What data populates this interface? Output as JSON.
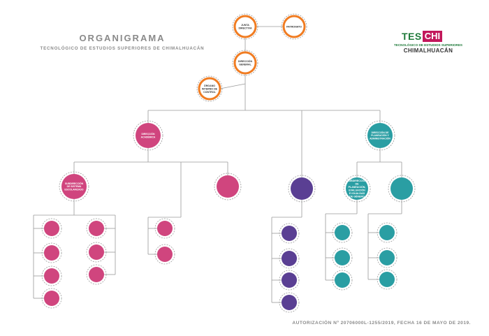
{
  "header": {
    "title": "ORGANIGRAMA",
    "subtitle": "TECNOLÓGICO DE ESTUDIOS SUPERIORES DE CHIMALHUACÁN"
  },
  "logo": {
    "tes": "TES",
    "chi": "CHI",
    "line": "TECNOLÓGICO DE ESTUDIOS SUPERIORES",
    "city": "CHIMALHUACÁN"
  },
  "footer": {
    "authorization": "AUTORIZACIÓN Nº 20706000L-1255/2019, FECHA 16 DE MAYO DE 2019."
  },
  "colors": {
    "orange": "#f07c22",
    "magenta": "#d0457e",
    "purple": "#5a3f93",
    "teal": "#2a9ea3",
    "line": "#9a9a9a"
  },
  "nodes": [
    {
      "id": "junta",
      "label": "JUNTA DIRECTIVA",
      "color": "orange"
    },
    {
      "id": "patronato",
      "label": "PATRONATO",
      "color": "orange"
    },
    {
      "id": "direccion-general",
      "label": "DIRECCIÓN GENERAL",
      "color": "orange"
    },
    {
      "id": "organo-control",
      "label": "ÓRGANO INTERNO DE CONTROL",
      "color": "orange"
    },
    {
      "id": "direccion-academica",
      "label": "DIRECCIÓN ACADÉMICA",
      "color": "magenta"
    },
    {
      "id": "direccion-planeacion",
      "label": "DIRECCIÓN DE PLANEACIÓN Y ADMINISTRACIÓN",
      "color": "teal"
    },
    {
      "id": "subdireccion-escolarizada",
      "label": "SUBDIRECCIÓN DE SISTEMA ESCOLARIZADO",
      "color": "magenta"
    },
    {
      "id": "subdireccion-estudios",
      "label": "",
      "color": "magenta"
    },
    {
      "id": "unidad-juridica",
      "label": "",
      "color": "purple"
    },
    {
      "id": "subdireccion-planeacion",
      "label": "SUBDIRECCIÓN DE PLANEACIÓN, EVALUACIÓN E IGUALDAD DE GÉNERO",
      "color": "teal"
    },
    {
      "id": "subdireccion-administracion",
      "label": "",
      "color": "teal"
    },
    {
      "id": "a1",
      "label": "",
      "color": "magenta"
    },
    {
      "id": "a2",
      "label": "",
      "color": "magenta"
    },
    {
      "id": "a3",
      "label": "",
      "color": "magenta"
    },
    {
      "id": "a4",
      "label": "",
      "color": "magenta"
    },
    {
      "id": "a5",
      "label": "",
      "color": "magenta"
    },
    {
      "id": "a6",
      "label": "",
      "color": "magenta"
    },
    {
      "id": "a7",
      "label": "",
      "color": "magenta"
    },
    {
      "id": "b1",
      "label": "",
      "color": "magenta"
    },
    {
      "id": "b2",
      "label": "",
      "color": "magenta"
    },
    {
      "id": "c1",
      "label": "",
      "color": "purple"
    },
    {
      "id": "c2",
      "label": "",
      "color": "purple"
    },
    {
      "id": "c3",
      "label": "",
      "color": "purple"
    },
    {
      "id": "c4",
      "label": "",
      "color": "purple"
    },
    {
      "id": "d1",
      "label": "",
      "color": "teal"
    },
    {
      "id": "d2",
      "label": "",
      "color": "teal"
    },
    {
      "id": "d3",
      "label": "",
      "color": "teal"
    },
    {
      "id": "e1",
      "label": "",
      "color": "teal"
    },
    {
      "id": "e2",
      "label": "",
      "color": "teal"
    },
    {
      "id": "e3",
      "label": "",
      "color": "teal"
    }
  ]
}
